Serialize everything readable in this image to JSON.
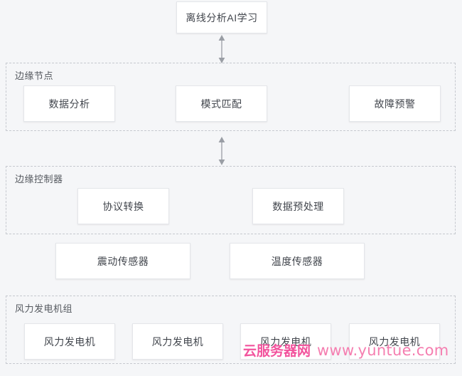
{
  "diagram": {
    "title_node": {
      "label": "离线分析AI学习"
    },
    "arrows": [
      {
        "name": "arrow-cloud-to-edge-node",
        "direction": "bidirectional"
      },
      {
        "name": "arrow-edge-node-to-controller",
        "direction": "bidirectional"
      }
    ],
    "groups": [
      {
        "id": "edge-node",
        "label": "边缘节点",
        "nodes": [
          {
            "label": "数据分析"
          },
          {
            "label": "模式匹配"
          },
          {
            "label": "故障预警"
          }
        ]
      },
      {
        "id": "edge-controller",
        "label": "边缘控制器",
        "nodes": [
          {
            "label": "协议转换"
          },
          {
            "label": "数据预处理"
          }
        ]
      },
      {
        "id": "wind-farm",
        "label": "风力发电机组",
        "nodes": [
          {
            "label": "风力发电机"
          },
          {
            "label": "风力发电机"
          },
          {
            "label": "风力发电机"
          },
          {
            "label": "风力发电机"
          }
        ]
      }
    ],
    "sensors": [
      {
        "label": "震动传感器"
      },
      {
        "label": "温度传感器"
      }
    ]
  },
  "watermark": {
    "brand": "云服务器网",
    "url": "www.yuntue.com",
    "brand_color": "#f2539d",
    "url_color": "#f57eb0"
  },
  "theme": {
    "background": "#f5f6f8",
    "node_background": "#ffffff",
    "node_border": "#e4e6ea",
    "group_border": "#c6c9cf",
    "text_color": "#42464d",
    "label_color": "#55595f",
    "arrow_color": "#9a9ea5"
  }
}
